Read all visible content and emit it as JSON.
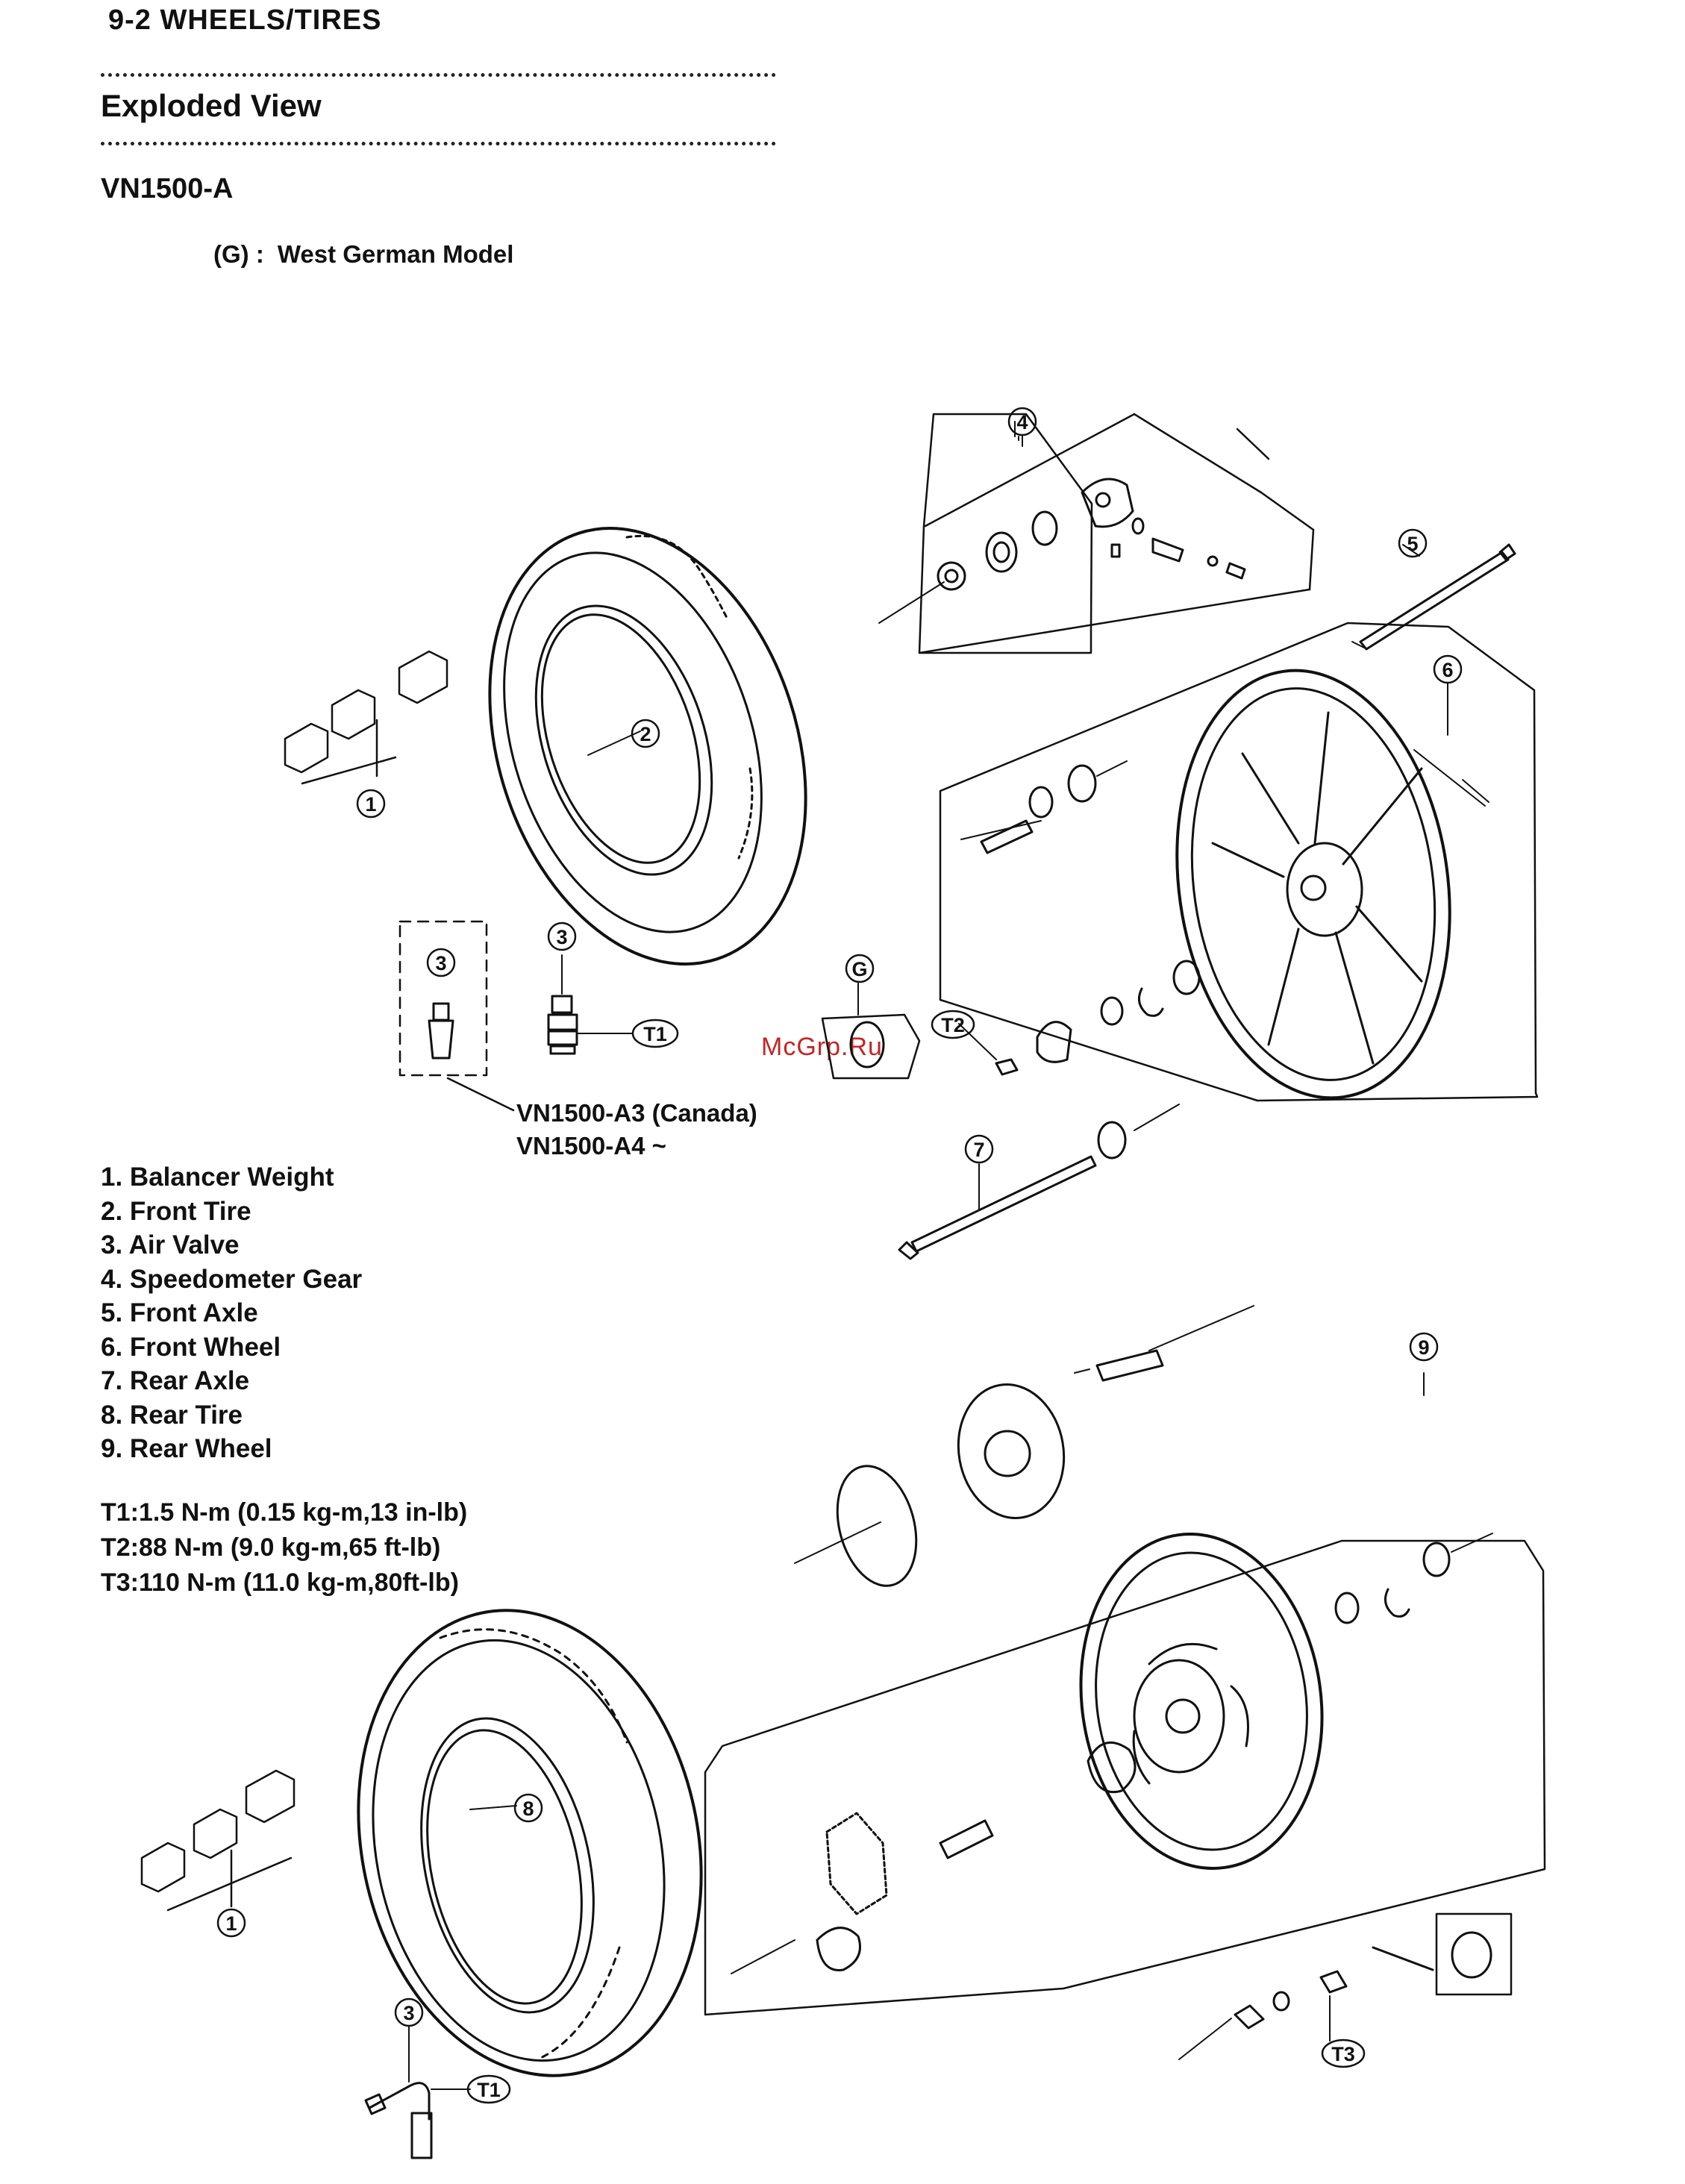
{
  "header": {
    "page_title": "9-2  WHEELS/TIRES"
  },
  "section_title": "Exploded View",
  "model": "VN1500-A",
  "note": {
    "code": "(G) :",
    "text": "West German Model"
  },
  "variant_note": {
    "line1": "VN1500-A3 (Canada)",
    "line2": "VN1500-A4 ~"
  },
  "legend": [
    "1. Balancer Weight",
    "2. Front Tire",
    "3. Air Valve",
    "4. Speedometer Gear",
    "5. Front Axle",
    "6. Front Wheel",
    "7. Rear Axle",
    "8. Rear Tire",
    "9. Rear Wheel"
  ],
  "torque_specs": [
    "T1:1.5 N-m (0.15 kg-m,13 in-lb)",
    "T2:88 N-m (9.0 kg-m,65 ft-lb)",
    "T3:110 N-m (11.0 kg-m,80ft-lb)"
  ],
  "callouts": {
    "c1": "1",
    "c2": "2",
    "c3": "3",
    "c4": "4",
    "c5": "5",
    "c6": "6",
    "c7": "7",
    "c8": "8",
    "c9": "9",
    "g": "G",
    "t1": "T1",
    "t2": "T2",
    "t3": "T3"
  },
  "watermark": "McGrp.Ru"
}
